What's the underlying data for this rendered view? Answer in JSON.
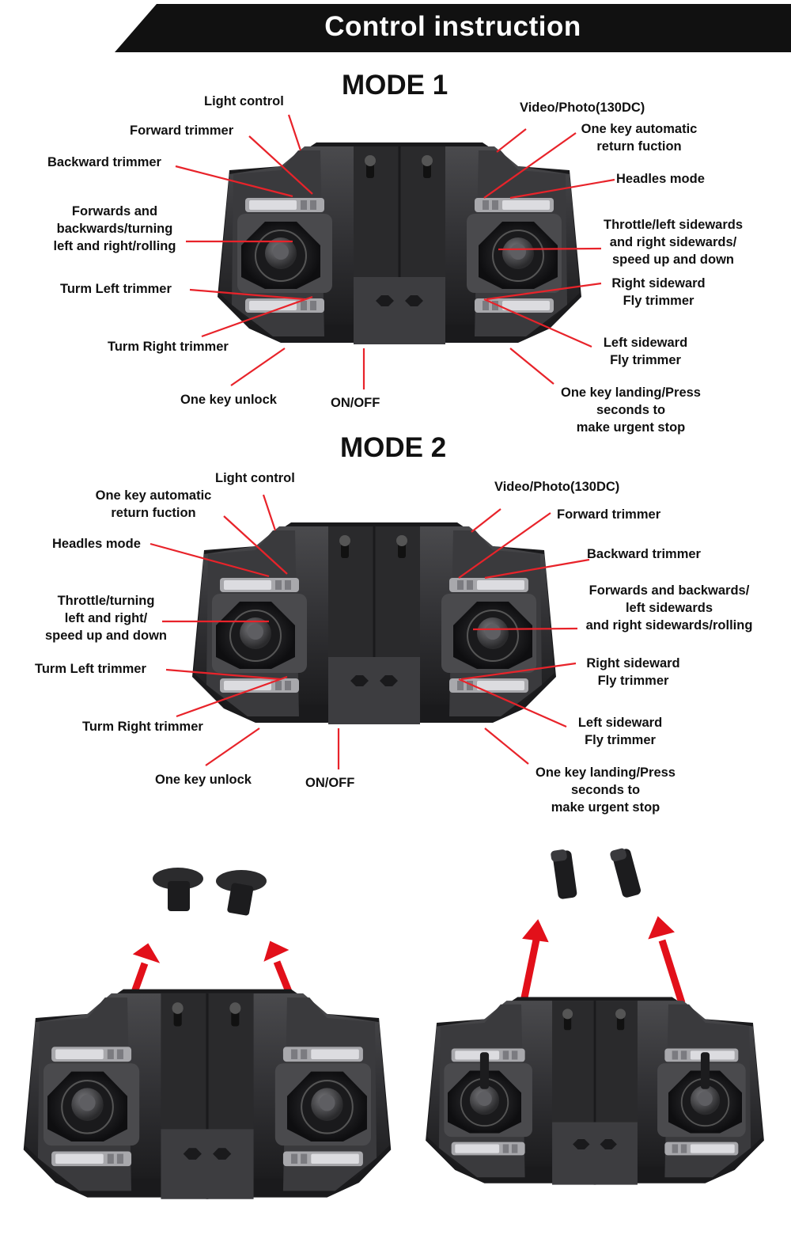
{
  "banner": {
    "title": "Control instruction"
  },
  "mode1": {
    "title": "MODE 1",
    "labels": {
      "light_control": "Light control",
      "forward_trimmer": "Forward trimmer",
      "backward_trimmer": "Backward trimmer",
      "left_stick_1": "Forwards and",
      "left_stick_2": "backwards/turning",
      "left_stick_3": "left and right/rolling",
      "turn_left_trimmer": "Turm Left trimmer",
      "turn_right_trimmer": "Turm Right trimmer",
      "one_key_unlock": "One key unlock",
      "on_off": "ON/OFF",
      "video_photo": "Video/Photo(130DC)",
      "auto_return_1": "One key automatic",
      "auto_return_2": "return fuction",
      "headless_mode": "Headles mode",
      "right_stick_1": "Throttle/left sidewards",
      "right_stick_2": "and right sidewards/",
      "right_stick_3": "speed up and down",
      "right_sideward_1": "Right sideward",
      "right_sideward_2": "Fly trimmer",
      "left_sideward_1": "Left sideward",
      "left_sideward_2": "Fly trimmer",
      "landing_1": "One key landing/Press",
      "landing_2": "seconds to",
      "landing_3": "make urgent stop"
    }
  },
  "mode2": {
    "title": "MODE 2",
    "labels": {
      "light_control": "Light control",
      "auto_return_1": "One key automatic",
      "auto_return_2": "return fuction",
      "headless_mode": "Headles mode",
      "left_stick_1": "Throttle/turning",
      "left_stick_2": "left and right/",
      "left_stick_3": "speed up and down",
      "turn_left_trimmer": "Turm Left trimmer",
      "turn_right_trimmer": "Turm Right trimmer",
      "one_key_unlock": "One key unlock",
      "on_off": "ON/OFF",
      "video_photo": "Video/Photo(130DC)",
      "forward_trimmer": "Forward trimmer",
      "backward_trimmer": "Backward trimmer",
      "right_stick_1": "Forwards and backwards/",
      "right_stick_2": "left sidewards",
      "right_stick_3": "and right sidewards/rolling",
      "right_sideward_1": "Right sideward",
      "right_sideward_2": "Fly trimmer",
      "left_sideward_1": "Left sideward",
      "left_sideward_2": "Fly trimmer",
      "landing_1": "One key landing/Press",
      "landing_2": "seconds to",
      "landing_3": "make urgent stop"
    }
  },
  "colors": {
    "banner": "#111111",
    "callout": "#e8232a",
    "arrow": "#e2101a",
    "body": "#2b2b2d"
  }
}
